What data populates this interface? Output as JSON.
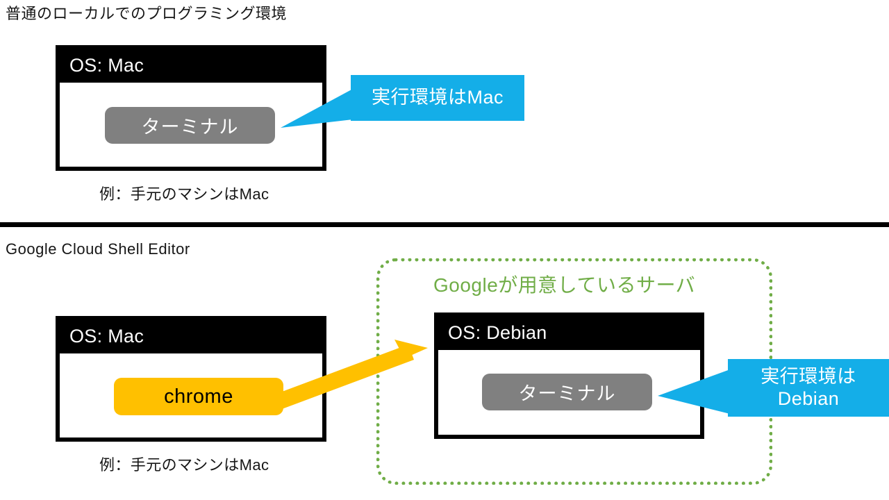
{
  "sections": [
    {
      "id": "local",
      "title": "普通のローカルでのプログラミング環境",
      "machine": {
        "os_label": "OS: Mac",
        "app_label": "ターミナル"
      },
      "caption": "例：手元のマシンはMac",
      "callout": "実行環境はMac"
    },
    {
      "id": "cloud-shell",
      "title": "Google Cloud Shell Editor",
      "machine": {
        "os_label": "OS: Mac",
        "app_label": "chrome"
      },
      "caption": "例：手元のマシンはMac",
      "server": {
        "label": "Googleが用意しているサーバ",
        "os_label": "OS: Debian",
        "app_label": "ターミナル"
      },
      "callout_line1": "実行環境は",
      "callout_line2": "Debian"
    }
  ],
  "colors": {
    "callout_blue": "#14AEE8",
    "server_green": "#70AD47",
    "arrow_orange": "#FFC000",
    "terminal_gray": "#808080",
    "chrome_orange": "#FFC000",
    "box_black": "#000000"
  },
  "icons": {
    "arrow": "arrow-right-up-icon",
    "callout_tail": "callout-tail-icon"
  }
}
